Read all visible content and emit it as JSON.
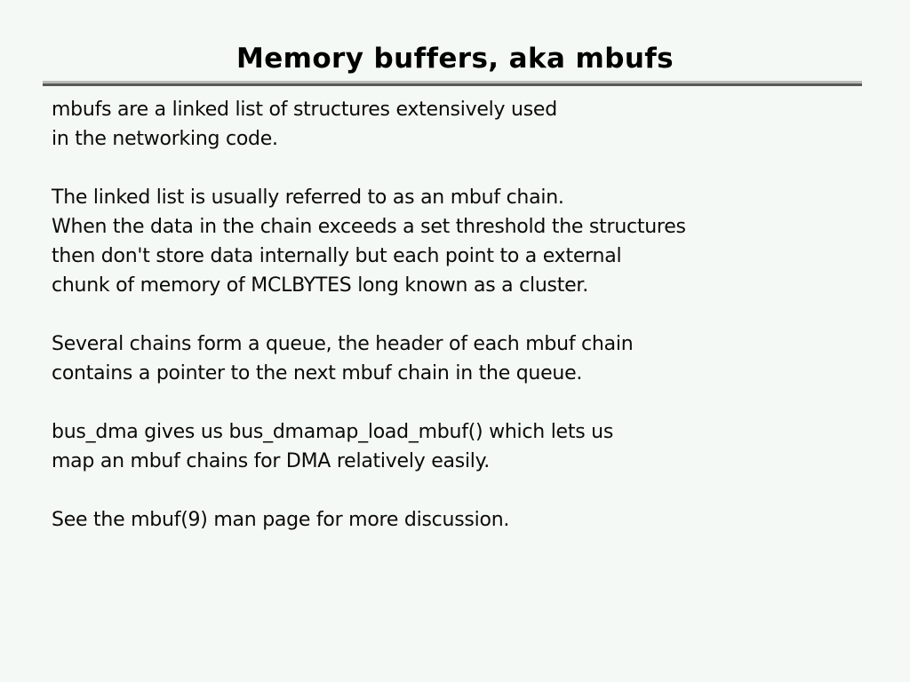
{
  "slide": {
    "title": "Memory buffers, aka mbufs",
    "divider": {
      "name": "title-underline-rule",
      "highlight_color": "#b9bbb9",
      "shadow_color": "#585a58"
    },
    "background_color": "#f5f9f5",
    "text_color": "#0a0a0a",
    "paragraphs": [
      {
        "id": "intro",
        "lines": [
          "mbufs are a linked list of structures extensively used",
          "in the networking code."
        ]
      },
      {
        "id": "mbuf-chain",
        "lines": [
          "The linked list is usually referred to as an mbuf chain.",
          "When the data in the chain exceeds a set threshold the structures",
          "then don't store data internally but each point to a external",
          "chunk of memory of MCLBYTES long known as a cluster."
        ]
      },
      {
        "id": "queue",
        "lines": [
          "Several chains form a queue, the header of each mbuf chain",
          "contains a pointer to the next mbuf chain in the queue."
        ]
      },
      {
        "id": "bus-dma",
        "lines": [
          "bus_dma gives us bus_dmamap_load_mbuf() which lets us",
          "map an mbuf chains for DMA relatively easily."
        ]
      },
      {
        "id": "see-also",
        "lines": [
          "See the mbuf(9) man page for more discussion."
        ]
      }
    ]
  }
}
